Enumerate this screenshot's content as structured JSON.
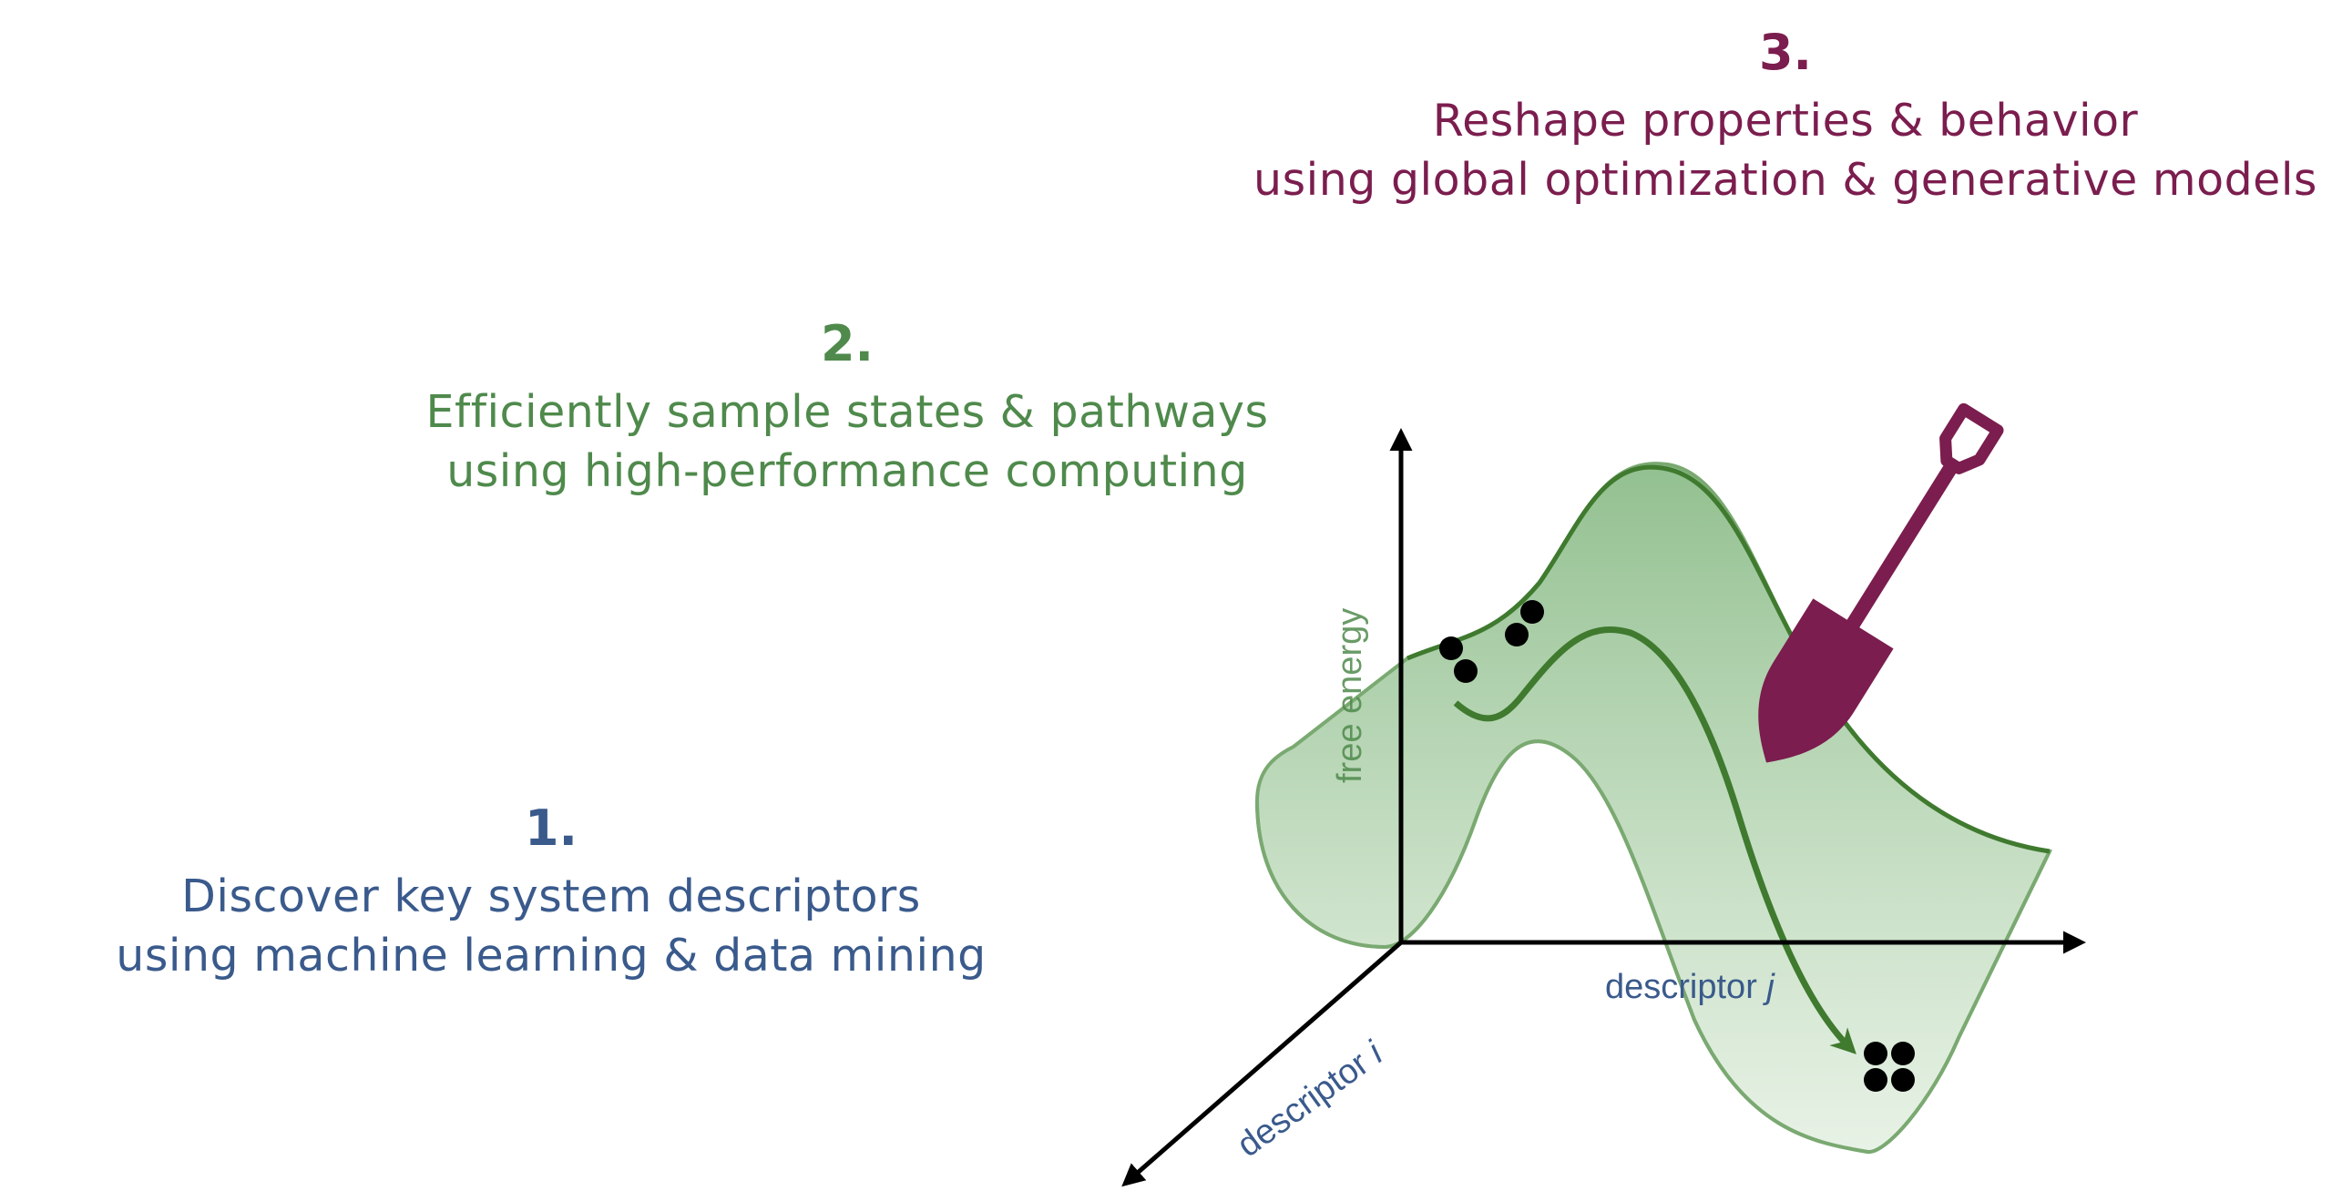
{
  "steps": [
    {
      "number": "1.",
      "line1": "Discover key system descriptors",
      "line2": "using machine learning & data mining",
      "color": "#3a5a8c"
    },
    {
      "number": "2.",
      "line1": "Efficiently sample states & pathways",
      "line2": "using high-performance computing",
      "color": "#4f8a4c"
    },
    {
      "number": "3.",
      "line1": "Reshape properties & behavior",
      "line2": "using global optimization & generative models",
      "color": "#7b1d4e"
    }
  ],
  "diagram": {
    "y_axis_label": "free energy",
    "x_axis_label": "descriptor ",
    "x_axis_var": "j",
    "z_axis_label": "descriptor ",
    "z_axis_var": "i",
    "surface_color": "#4f8a4c",
    "surface_edge_color": "#3f7a2f",
    "shovel_color": "#7b1d4e",
    "icons": [
      "shovel-icon"
    ]
  }
}
